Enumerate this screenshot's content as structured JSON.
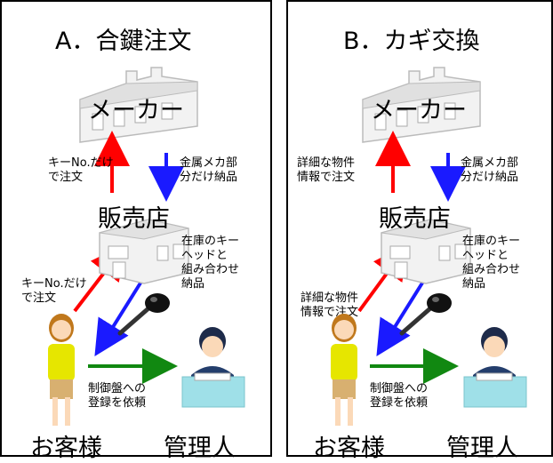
{
  "panel_a": {
    "title": "A．合鍵注文",
    "maker": "メーカー",
    "store": "販売店",
    "customer": "お客様",
    "manager": "管理人",
    "order_to_maker": "キーNo.だけ\nで注文",
    "maker_delivery": "金属メカ部\n分だけ納品",
    "store_delivery": "在庫のキー\nヘッドと\n組み合わせ\n納品",
    "order_to_store": "キーNo.だけ\nで注文",
    "register_request": "制御盤への\n登録を依頼"
  },
  "panel_b": {
    "title": "B．カギ交換",
    "maker": "メーカー",
    "store": "販売店",
    "customer": "お客様",
    "manager": "管理人",
    "order_to_maker": "詳細な物件\n情報で注文",
    "maker_delivery": "金属メカ部\n分だけ納品",
    "store_delivery": "在庫のキー\nヘッドと\n組み合わせ\n納品",
    "order_to_store": "詳細な物件\n情報で注文",
    "register_request": "制御盤への\n登録を依頼"
  },
  "colors": {
    "order_arrow": "#ff0000",
    "delivery_arrow": "#1a1aff",
    "request_arrow": "#118811"
  }
}
